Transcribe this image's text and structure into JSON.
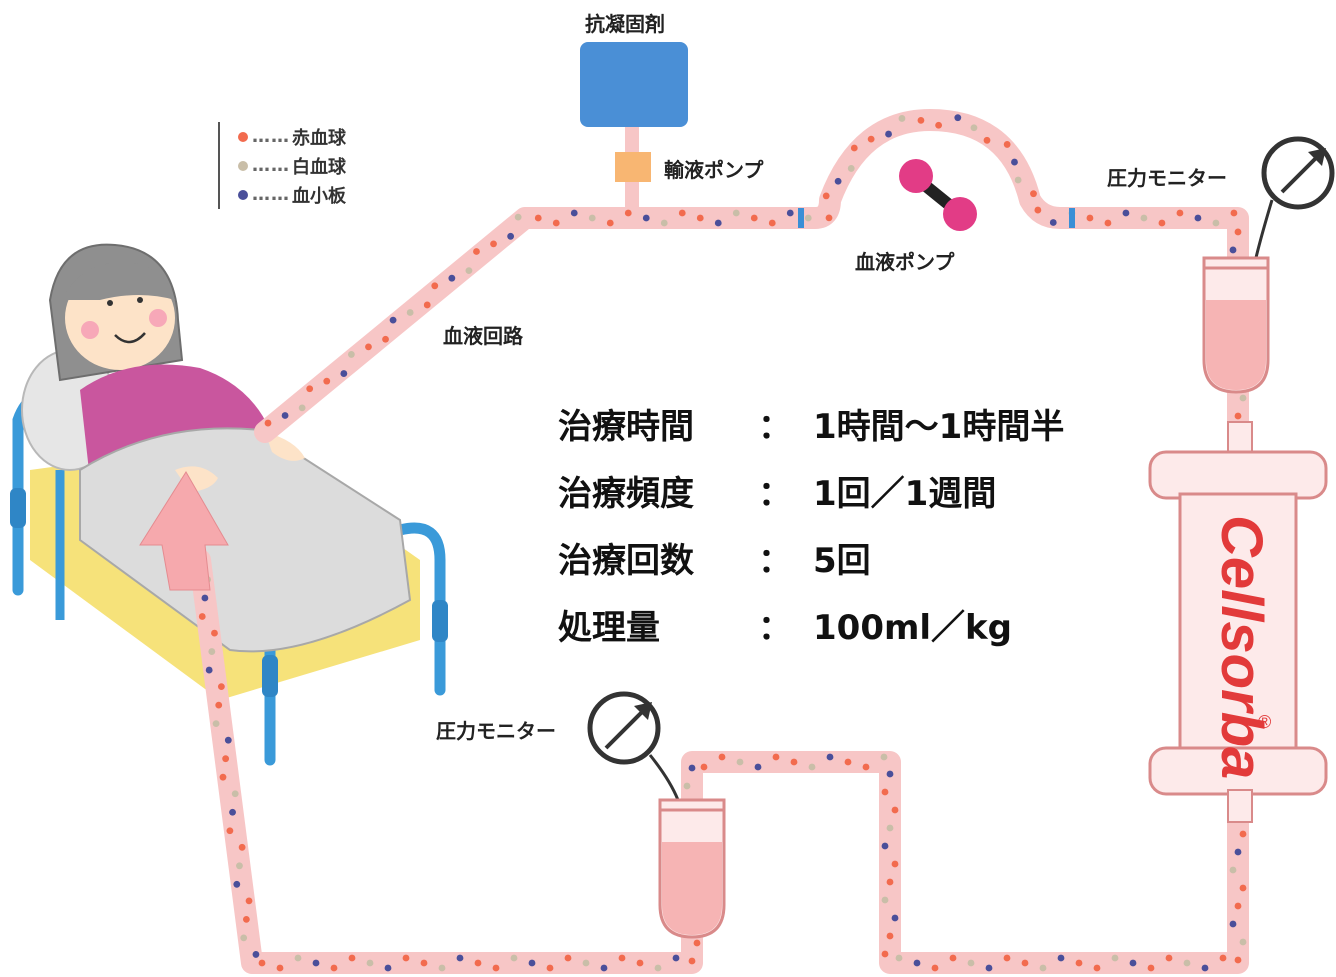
{
  "labels": {
    "anticoagulant": "抗凝固剤",
    "infusion_pump": "輸液ポンプ",
    "blood_pump": "血液ポンプ",
    "pressure_monitor_top": "圧力モニター",
    "pressure_monitor_bottom": "圧力モニター",
    "blood_circuit": "血液回路",
    "column_brand": "Cellsorba",
    "registered_mark": "®"
  },
  "legend": [
    {
      "dots": "……",
      "label": "赤血球",
      "color": "#f26b4e"
    },
    {
      "dots": "……",
      "label": "白血球",
      "color": "#c9bea8"
    },
    {
      "dots": "……",
      "label": "血小板",
      "color": "#4a4f9a"
    }
  ],
  "treatment": [
    {
      "key": "治療時間",
      "colon": "：",
      "value": "1時間～1時間半"
    },
    {
      "key": "治療頻度",
      "colon": "：",
      "value": "1回／1週間"
    },
    {
      "key": "治療回数",
      "colon": "：",
      "value": "5回"
    },
    {
      "key": "処理量",
      "colon": "：",
      "value": "100ml／kg"
    }
  ],
  "colors": {
    "tube": "#f7c6c6",
    "red_cell": "#f26b4e",
    "white_cell": "#c9bea8",
    "platelet": "#4a4f9a",
    "anticoagulant_box": "#4a8fd6",
    "infusion_pump": "#f8b672",
    "blood_pump": "#e23c86",
    "bed_frame": "#3a9ad9"
  }
}
